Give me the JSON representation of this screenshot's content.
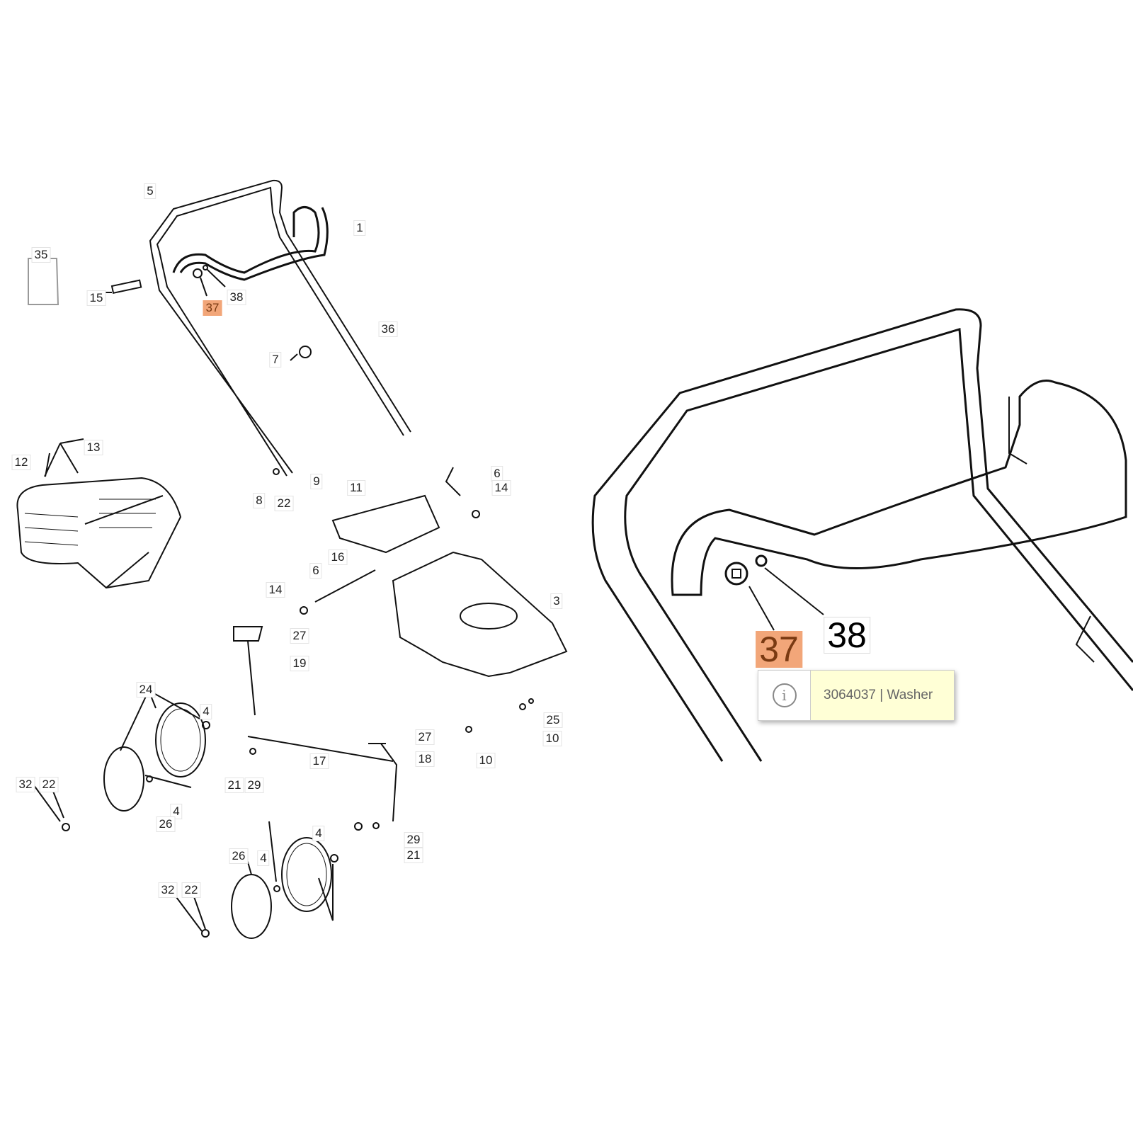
{
  "labels": [
    "5",
    "1",
    "35",
    "15",
    "38",
    "37",
    "36",
    "7",
    "13",
    "12",
    "9",
    "11",
    "6",
    "14",
    "8",
    "22",
    "16",
    "6",
    "14",
    "3",
    "27",
    "19",
    "24",
    "4",
    "25",
    "17",
    "27",
    "18",
    "10",
    "10",
    "32",
    "22",
    "21",
    "29",
    "4",
    "26",
    "29",
    "21",
    "4",
    "26",
    "4",
    "32",
    "22"
  ],
  "zoom_view": {
    "label_38": "38",
    "label_37": "37"
  },
  "tooltip": {
    "text": "3064037 | Washer",
    "icon": "info-icon"
  },
  "highlight_color": "#f2a679"
}
